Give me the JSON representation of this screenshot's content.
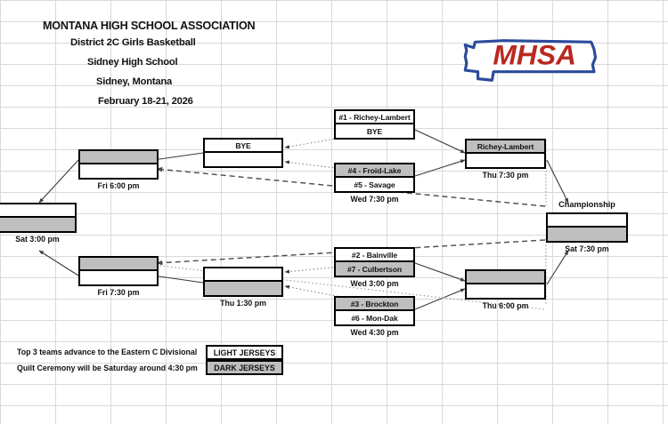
{
  "header": {
    "line1": "MONTANA HIGH SCHOOL ASSOCIATION",
    "line2": "District 2C Girls Basketball",
    "line3": "Sidney High School",
    "line4": "Sidney, Montana",
    "line5": "February 18-21, 2026"
  },
  "logo": {
    "name": "mhsa-logo",
    "text": "MHSA",
    "outline_color": "#2b4b9b",
    "text_color": "#b9291f"
  },
  "colors": {
    "dark_jersey_shade": "#bfbfbf",
    "light_jersey_shade": "#ffffff",
    "border": "#000000",
    "grid": "#d9d9d9"
  },
  "games": [
    {
      "id": "wed-7-30",
      "top": {
        "label": "#4 - Froid-Lake",
        "shaded": true
      },
      "bottom": {
        "label": "#5 - Savage",
        "shaded": false
      },
      "time": "Wed 7:30 pm"
    },
    {
      "id": "wed-3-00",
      "top": {
        "label": "#2 - Bainville",
        "shaded": false
      },
      "bottom": {
        "label": "#7 - Culbertson",
        "shaded": true
      },
      "time": "Wed 3:00 pm"
    },
    {
      "id": "wed-4-30",
      "top": {
        "label": "#3 - Brockton",
        "shaded": true
      },
      "bottom": {
        "label": "#6 - Mon-Dak",
        "shaded": false
      },
      "time": "Wed 4:30 pm"
    },
    {
      "id": "seed-1-bye",
      "top": {
        "label": "#1 - Richey-Lambert",
        "shaded": false
      },
      "bottom": {
        "label": "BYE",
        "shaded": false
      },
      "time": ""
    },
    {
      "id": "bye-game",
      "top": {
        "label": "BYE",
        "shaded": false
      },
      "bottom": {
        "label": "",
        "shaded": false
      },
      "time": ""
    },
    {
      "id": "thu-7-30",
      "top": {
        "label": "Richey-Lambert",
        "shaded": true
      },
      "bottom": {
        "label": "",
        "shaded": false
      },
      "time": "Thu 7:30 pm"
    },
    {
      "id": "thu-1-30",
      "top": {
        "label": "",
        "shaded": false
      },
      "bottom": {
        "label": "",
        "shaded": true
      },
      "time": "Thu 1:30 pm"
    },
    {
      "id": "thu-6-00",
      "top": {
        "label": "",
        "shaded": true
      },
      "bottom": {
        "label": "",
        "shaded": false
      },
      "time": "Thu 6:00 pm"
    },
    {
      "id": "fri-6-00",
      "top": {
        "label": "",
        "shaded": true
      },
      "bottom": {
        "label": "",
        "shaded": false
      },
      "time": "Fri 6:00 pm"
    },
    {
      "id": "fri-7-30",
      "top": {
        "label": "",
        "shaded": true
      },
      "bottom": {
        "label": "",
        "shaded": false
      },
      "time": "Fri 7:30 pm"
    },
    {
      "id": "sat-3-00",
      "top": {
        "label": "",
        "shaded": false
      },
      "bottom": {
        "label": "",
        "shaded": true
      },
      "time": "Sat 3:00 pm"
    },
    {
      "id": "championship",
      "caption": "Championship",
      "top": {
        "label": "",
        "shaded": false
      },
      "bottom": {
        "label": "",
        "shaded": true
      },
      "time": "Sat 7:30 pm"
    }
  ],
  "legend": {
    "note1": "Top 3 teams advance to the Eastern C Divisional",
    "note2": "Quilt Ceremony will be Saturday around 4:30 pm",
    "light_label": "LIGHT JERSEYS",
    "dark_label": "DARK JERSEYS"
  }
}
